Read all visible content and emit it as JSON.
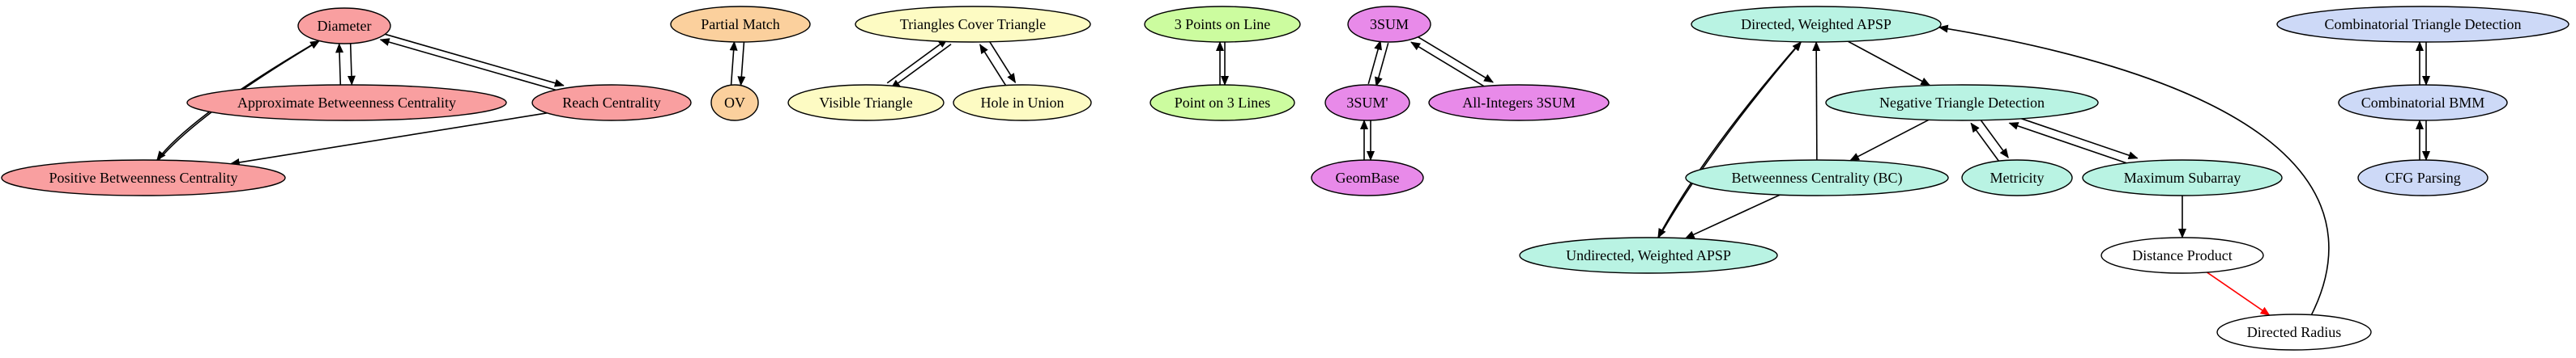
{
  "diagram": {
    "groups": [
      {
        "color": "#f99fa0",
        "nodes": [
          {
            "id": "diameter",
            "label": "Diameter"
          },
          {
            "id": "approx-bc",
            "label": "Approximate Betweenness Centrality"
          },
          {
            "id": "reach-centrality",
            "label": "Reach Centrality"
          },
          {
            "id": "positive-bc",
            "label": "Positive Betweenness Centrality"
          }
        ]
      },
      {
        "color": "#fbd09d",
        "nodes": [
          {
            "id": "partial-match",
            "label": "Partial Match"
          },
          {
            "id": "ov",
            "label": "OV"
          }
        ]
      },
      {
        "color": "#fdfbc3",
        "nodes": [
          {
            "id": "triangles-cover",
            "label": "Triangles Cover Triangle"
          },
          {
            "id": "visible-triangle",
            "label": "Visible Triangle"
          },
          {
            "id": "hole-in-union",
            "label": "Hole in Union"
          }
        ]
      },
      {
        "color": "#ccfc9f",
        "nodes": [
          {
            "id": "three-points",
            "label": "3 Points on Line"
          },
          {
            "id": "point-on-lines",
            "label": "Point on 3 Lines"
          }
        ]
      },
      {
        "color": "#e88ae9",
        "nodes": [
          {
            "id": "3sum",
            "label": "3SUM"
          },
          {
            "id": "3sum-prime",
            "label": "3SUM'"
          },
          {
            "id": "all-integers",
            "label": "All-Integers 3SUM"
          },
          {
            "id": "geombase",
            "label": "GeomBase"
          }
        ]
      },
      {
        "color": "#b9f3e3",
        "nodes": [
          {
            "id": "dir-apsp",
            "label": "Directed, Weighted APSP"
          },
          {
            "id": "neg-triangle",
            "label": "Negative Triangle Detection"
          },
          {
            "id": "bc",
            "label": "Betweenness Centrality (BC)"
          },
          {
            "id": "metricity",
            "label": "Metricity"
          },
          {
            "id": "max-subarray",
            "label": "Maximum Subarray"
          },
          {
            "id": "undir-apsp",
            "label": "Undirected, Weighted APSP"
          }
        ]
      },
      {
        "color": "#ffffff",
        "nodes": [
          {
            "id": "distance-product",
            "label": "Distance Product"
          },
          {
            "id": "directed-radius",
            "label": "Directed Radius"
          }
        ]
      },
      {
        "color": "#cdd9f7",
        "nodes": [
          {
            "id": "comb-triangle",
            "label": "Combinatorial Triangle Detection"
          },
          {
            "id": "comb-bmm",
            "label": "Combinatorial BMM"
          },
          {
            "id": "cfg-parsing",
            "label": "CFG Parsing"
          }
        ]
      }
    ],
    "edges": [
      {
        "from": "diameter",
        "to": "approx-bc"
      },
      {
        "from": "approx-bc",
        "to": "diameter"
      },
      {
        "from": "diameter",
        "to": "reach-centrality"
      },
      {
        "from": "reach-centrality",
        "to": "diameter"
      },
      {
        "from": "diameter",
        "to": "positive-bc"
      },
      {
        "from": "positive-bc",
        "to": "diameter"
      },
      {
        "from": "reach-centrality",
        "to": "positive-bc"
      },
      {
        "from": "partial-match",
        "to": "ov"
      },
      {
        "from": "ov",
        "to": "partial-match"
      },
      {
        "from": "triangles-cover",
        "to": "visible-triangle"
      },
      {
        "from": "visible-triangle",
        "to": "triangles-cover"
      },
      {
        "from": "triangles-cover",
        "to": "hole-in-union"
      },
      {
        "from": "hole-in-union",
        "to": "triangles-cover"
      },
      {
        "from": "three-points",
        "to": "point-on-lines"
      },
      {
        "from": "point-on-lines",
        "to": "three-points"
      },
      {
        "from": "3sum",
        "to": "3sum-prime"
      },
      {
        "from": "3sum-prime",
        "to": "3sum"
      },
      {
        "from": "3sum",
        "to": "all-integers"
      },
      {
        "from": "all-integers",
        "to": "3sum"
      },
      {
        "from": "3sum-prime",
        "to": "geombase"
      },
      {
        "from": "geombase",
        "to": "3sum-prime"
      },
      {
        "from": "dir-apsp",
        "to": "neg-triangle"
      },
      {
        "from": "dir-apsp",
        "to": "undir-apsp"
      },
      {
        "from": "undir-apsp",
        "to": "dir-apsp"
      },
      {
        "from": "bc",
        "to": "dir-apsp"
      },
      {
        "from": "neg-triangle",
        "to": "bc"
      },
      {
        "from": "neg-triangle",
        "to": "metricity"
      },
      {
        "from": "metricity",
        "to": "neg-triangle"
      },
      {
        "from": "neg-triangle",
        "to": "max-subarray"
      },
      {
        "from": "max-subarray",
        "to": "neg-triangle"
      },
      {
        "from": "bc",
        "to": "undir-apsp"
      },
      {
        "from": "max-subarray",
        "to": "distance-product"
      },
      {
        "from": "distance-product",
        "to": "directed-radius",
        "color": "#ff0000"
      },
      {
        "from": "directed-radius",
        "to": "dir-apsp"
      },
      {
        "from": "comb-triangle",
        "to": "comb-bmm"
      },
      {
        "from": "comb-bmm",
        "to": "comb-triangle"
      },
      {
        "from": "comb-bmm",
        "to": "cfg-parsing"
      },
      {
        "from": "cfg-parsing",
        "to": "comb-bmm"
      }
    ]
  }
}
